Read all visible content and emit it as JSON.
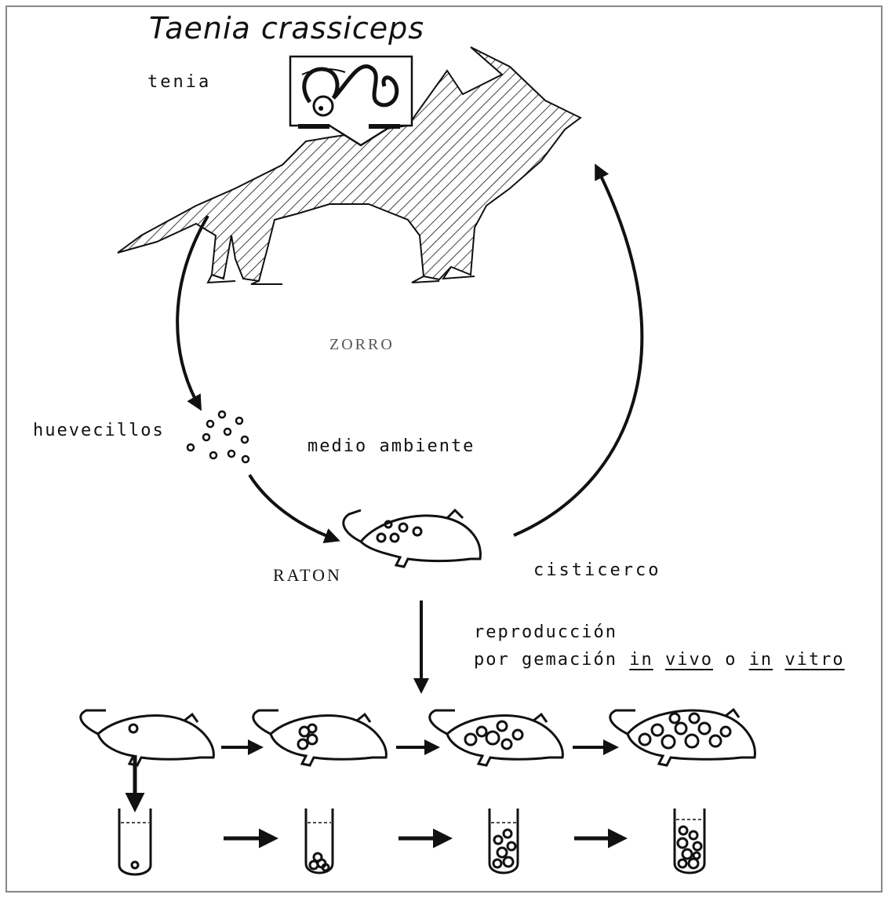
{
  "title": "Taenia crassiceps",
  "labels": {
    "tenia": "tenia",
    "zorro": "ZORRO",
    "huevecillos": "huevecillos",
    "medio_ambiente": "medio ambiente",
    "raton": "RATON",
    "cisticerco": "cisticerco",
    "reproduccion_line1": "reproducción",
    "reproduccion_line2": {
      "pre": "por gemación",
      "in1": "in",
      "vivo": "vivo",
      "o": "o",
      "in2": "in",
      "vitro": "vitro"
    }
  },
  "colors": {
    "ink": "#111111",
    "background": "#ffffff"
  }
}
